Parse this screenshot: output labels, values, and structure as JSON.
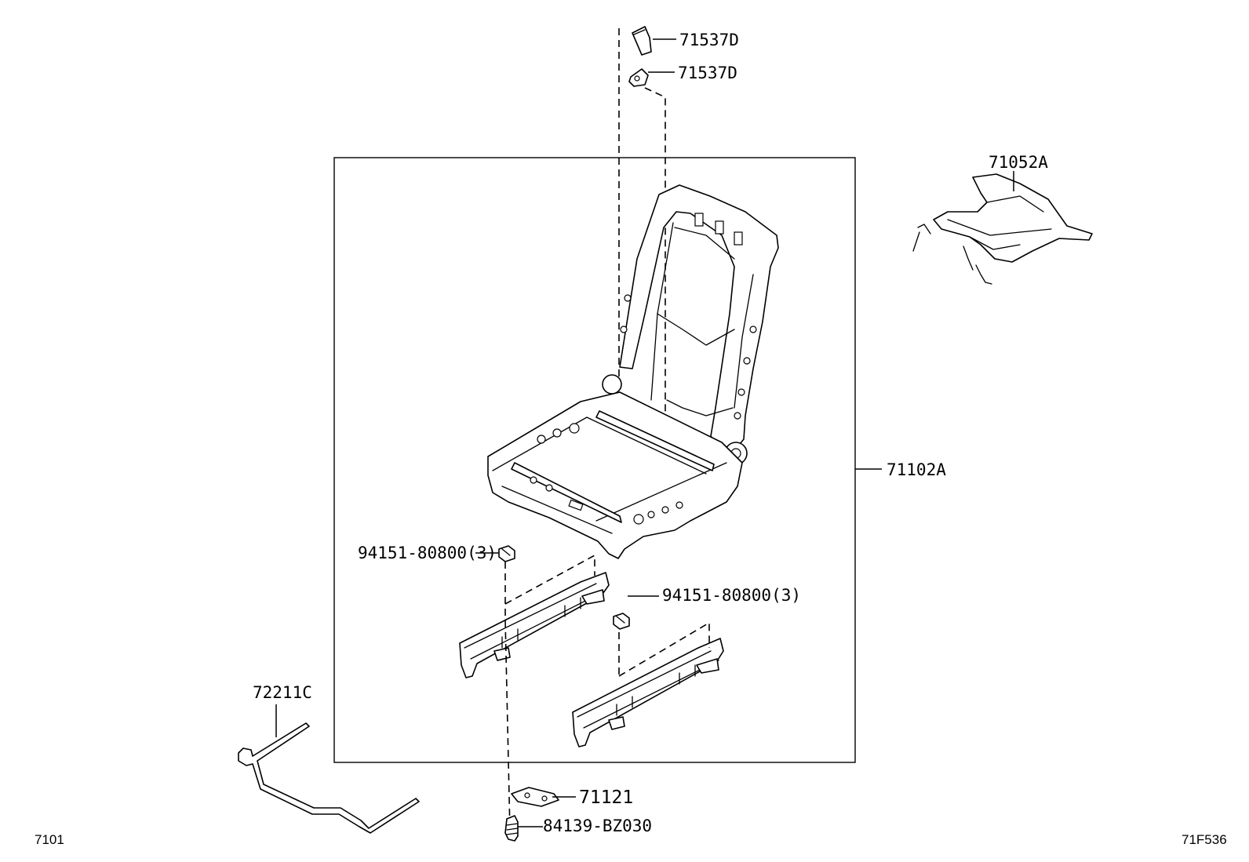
{
  "diagram_id": "71F536",
  "page_ref": "7101",
  "callouts": {
    "cap_upper": "71537D",
    "cap_lower": "71537D",
    "cushion_spring": "71052A",
    "frame_assembly": "71102A",
    "nut_left": "94151-80800(3)",
    "nut_right": "94151-80800(3)",
    "cable": "72211C",
    "bracket": "71121",
    "bolt": "84139-BZ030"
  }
}
